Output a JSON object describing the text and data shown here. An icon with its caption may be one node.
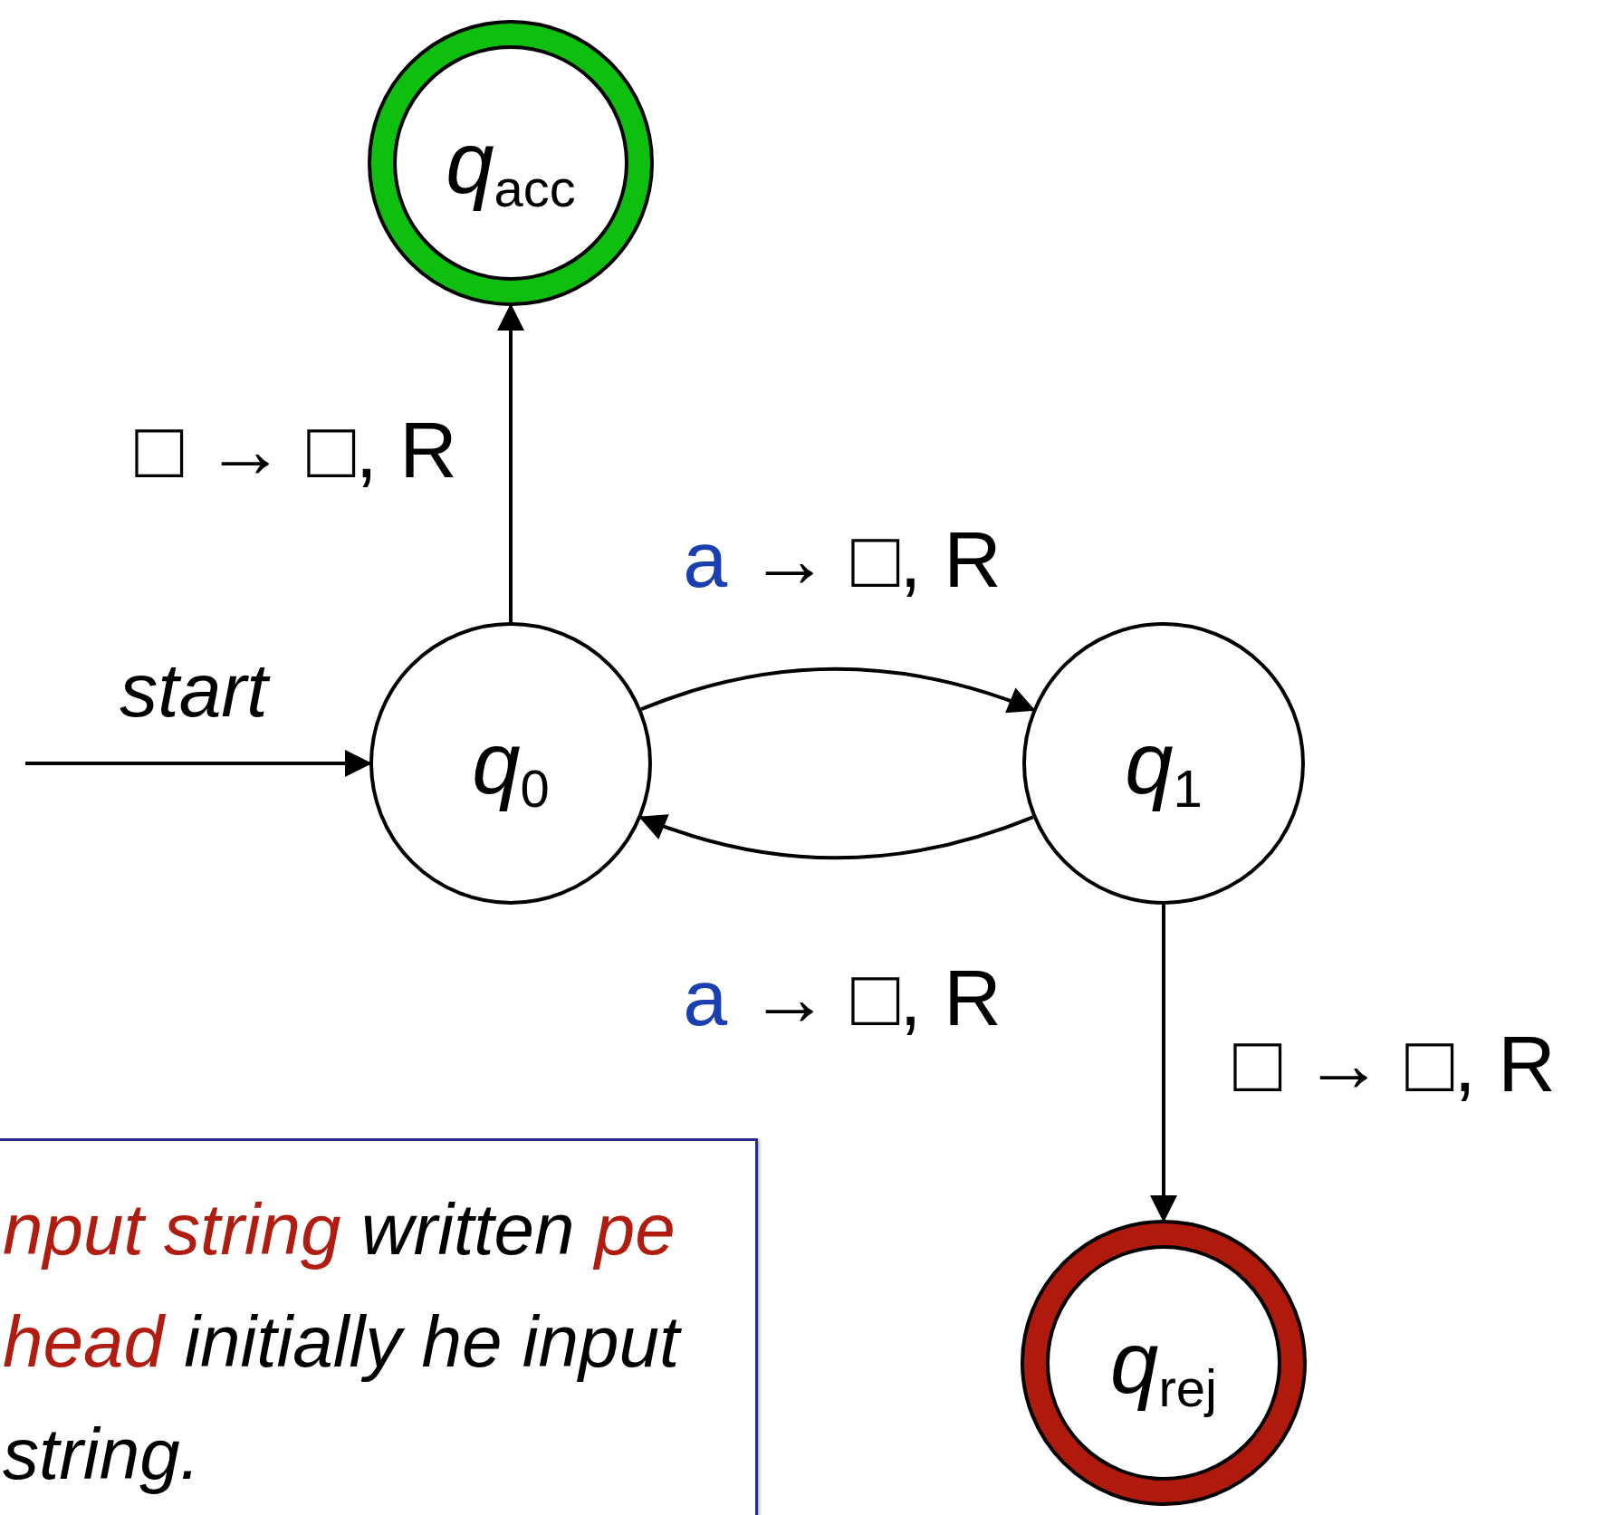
{
  "diagram": {
    "nodes": [
      {
        "text": [
          "q$_{acc}$"
        ]
      },
      {
        "text": [
          "q$_{0}$"
        ]
      },
      {
        "text": [
          "q$_{1}$"
        ]
      },
      {
        "text": [
          "q$_{rej}$"
        ]
      },
      {
        "text": [
          "**nput string** written **pe head** initially he input string."
        ]
      }
    ],
    "edges": [
      {
        "from": null,
        "to": 1,
        "arrow": "to",
        "label": "start"
      },
      {
        "from": 1,
        "to": 0,
        "arrow": "to",
        "label": "□ → □, R"
      },
      {
        "from": 1,
        "to": 2,
        "arrow": "to",
        "label": "**a** → □, R"
      },
      {
        "from": 2,
        "to": 1,
        "arrow": "to",
        "label": "**a** → □, R"
      },
      {
        "from": 2,
        "to": 3,
        "arrow": "to",
        "label": "□ → □, R"
      }
    ]
  }
}
